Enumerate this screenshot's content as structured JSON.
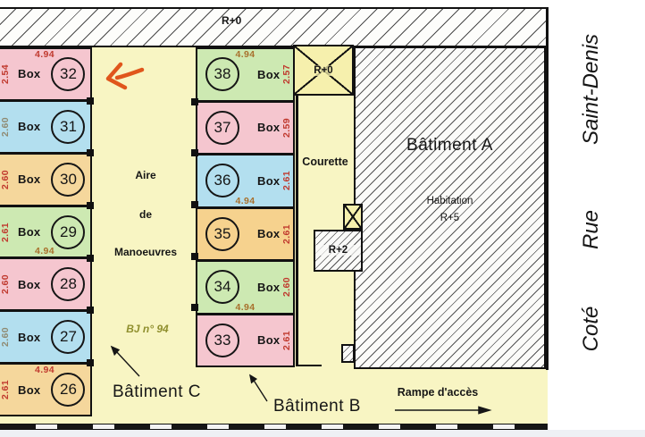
{
  "palette": {
    "pink": "#f5c6cf",
    "blue": "#b3dfef",
    "tan": "#f5d79c",
    "green": "#cde9b2",
    "gold": "#f6d28e",
    "yellow_ground": "#f8f5c3",
    "dim_red": "#c0392e",
    "dim_brown": "#a8702c",
    "dim_gray": "#8f8a72",
    "note_olive": "#8f8f2e",
    "arrow_orange": "#e0561c"
  },
  "top_band": {
    "label": "R+0"
  },
  "annex": {
    "xbox_top_label": "R+0",
    "r2_label": "R+2"
  },
  "courette": {
    "label": "Courette"
  },
  "building_a": {
    "title": "Bâtiment A",
    "line1": "Habitation",
    "line2": "R+5"
  },
  "building_b": {
    "title": "Bâtiment B"
  },
  "building_c": {
    "title": "Bâtiment C"
  },
  "ramp": {
    "label": "Rampe d'accès"
  },
  "corridor": {
    "line1": "Aire",
    "line2": "de",
    "line3": "Manoeuvres",
    "note": "BJ n° 94"
  },
  "street": {
    "top": "Saint-Denis",
    "middle": "Rue",
    "bottom": "Coté"
  },
  "left_column": {
    "boxes": [
      {
        "number": "32",
        "label": "Box",
        "depth": "2.54",
        "depth_color": "#c0392e",
        "width": "4.94",
        "width_pos": "top",
        "width_color": "#c0392e",
        "color": "#f5c6cf"
      },
      {
        "number": "31",
        "label": "Box",
        "depth": "2.60",
        "depth_color": "#8f8a72",
        "color": "#b3dfef"
      },
      {
        "number": "30",
        "label": "Box",
        "depth": "2.60",
        "depth_color": "#c0392e",
        "color": "#f5d79c"
      },
      {
        "number": "29",
        "label": "Box",
        "depth": "2.61",
        "depth_color": "#c0392e",
        "width": "4.94",
        "width_pos": "bottom",
        "width_color": "#a8702c",
        "color": "#cde9b2"
      },
      {
        "number": "28",
        "label": "Box",
        "depth": "2.60",
        "depth_color": "#c0392e",
        "color": "#f5c6cf"
      },
      {
        "number": "27",
        "label": "Box",
        "depth": "2.60",
        "depth_color": "#8f8a72",
        "color": "#b3dfef"
      },
      {
        "number": "26",
        "label": "Box",
        "depth": "2.61",
        "depth_color": "#c0392e",
        "width": "4.94",
        "width_pos": "top",
        "width_color": "#c0392e",
        "color": "#f5d79c"
      }
    ]
  },
  "middle_column": {
    "boxes": [
      {
        "number": "38",
        "label": "Box",
        "depth": "2.57",
        "depth_color": "#c0392e",
        "width": "4.94",
        "width_pos": "top",
        "width_color": "#a8702c",
        "color": "#cde9b2"
      },
      {
        "number": "37",
        "label": "Box",
        "depth": "2.59",
        "depth_color": "#c0392e",
        "color": "#f5c6cf"
      },
      {
        "number": "36",
        "label": "Box",
        "depth": "2.61",
        "depth_color": "#c0392e",
        "width": "4.94",
        "width_pos": "bottom",
        "width_color": "#a8702c",
        "color": "#b3dfef"
      },
      {
        "number": "35",
        "label": "Box",
        "depth": "2.61",
        "depth_color": "#c0392e",
        "color": "#f6d28e"
      },
      {
        "number": "34",
        "label": "Box",
        "depth": "2.60",
        "depth_color": "#c0392e",
        "width": "4.94",
        "width_pos": "bottom",
        "width_color": "#a8702c",
        "color": "#cde9b2"
      },
      {
        "number": "33",
        "label": "Box",
        "depth": "2.61",
        "depth_color": "#c0392e",
        "color": "#f5c6cf"
      }
    ]
  }
}
